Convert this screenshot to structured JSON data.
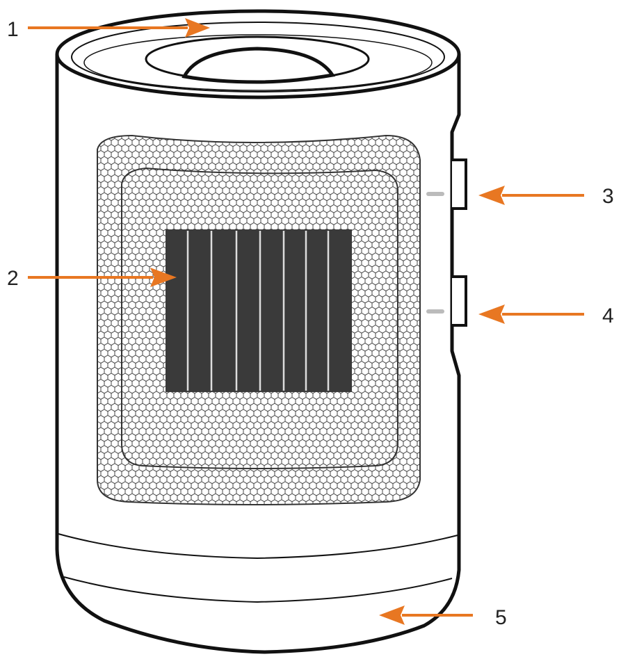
{
  "diagram": {
    "subject_icon": "ceramic-heater-icon",
    "arrow_color": "#E87722",
    "outline_color": "#111111",
    "grille_color": "#333333",
    "element_color": "#3a3a3a",
    "callouts": [
      {
        "id": "1",
        "label": "1",
        "direction": "right"
      },
      {
        "id": "2",
        "label": "2",
        "direction": "right"
      },
      {
        "id": "3",
        "label": "3",
        "direction": "left"
      },
      {
        "id": "4",
        "label": "4",
        "direction": "left"
      },
      {
        "id": "5",
        "label": "5",
        "direction": "left"
      }
    ]
  }
}
